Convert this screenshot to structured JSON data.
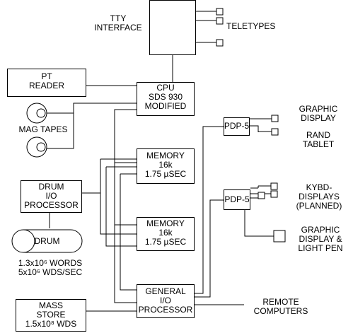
{
  "blocks": {
    "tty": {
      "lines": [
        "TTY",
        "INTERFACE"
      ]
    },
    "teletypes": "TELETYPES",
    "pt_reader": {
      "lines": [
        "PT",
        "READER"
      ]
    },
    "cpu": {
      "lines": [
        "CPU",
        "SDS 930",
        "MODIFIED"
      ]
    },
    "mag_tapes": "MAG TAPES",
    "pdp5_top": "PDP-5",
    "pdp5_bottom": "PDP-5",
    "graphic_display_top": {
      "lines": [
        "GRAPHIC",
        "DISPLAY"
      ]
    },
    "rand_tablet": {
      "lines": [
        "RAND",
        "TABLET"
      ]
    },
    "memory_1": {
      "lines": [
        "MEMORY",
        "16k",
        "1.75 µSEC"
      ]
    },
    "memory_2": {
      "lines": [
        "MEMORY",
        "16k",
        "1.75 µSEC"
      ]
    },
    "drum_io": {
      "lines": [
        "DRUM",
        "I/O",
        "PROCESSOR"
      ]
    },
    "kybd_displays": {
      "lines": [
        "KYBD-",
        "DISPLAYS",
        "(PLANNED)"
      ]
    },
    "graphic_display_pen": {
      "lines": [
        "GRAPHIC",
        "DISPLAY &",
        "LIGHT PEN"
      ]
    },
    "drum": "DRUM",
    "drum_specs": {
      "lines": [
        "1.3x10⁶ WORDS",
        "5x10⁶ WDS/SEC"
      ]
    },
    "general_io": {
      "lines": [
        "GENERAL",
        "I/O",
        "PROCESSOR"
      ]
    },
    "remote_computers": {
      "lines": [
        "REMOTE",
        "COMPUTERS"
      ]
    },
    "mass_store": {
      "lines": [
        "MASS",
        "STORE",
        "1.5x10⁸ WDS"
      ]
    }
  }
}
